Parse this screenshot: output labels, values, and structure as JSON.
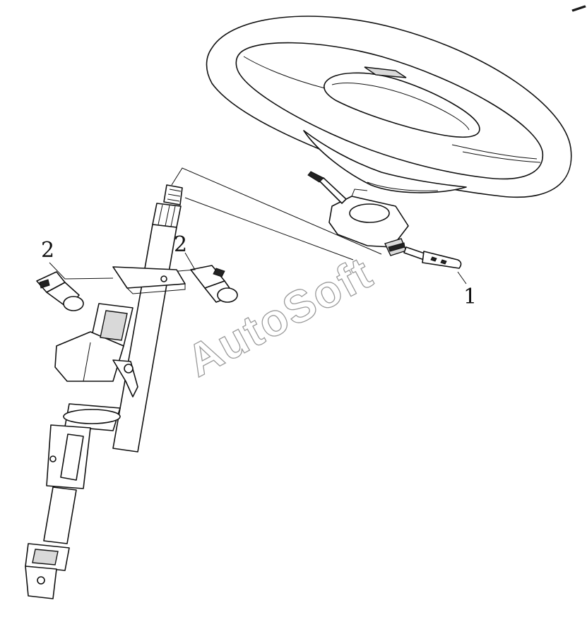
{
  "callouts": [
    {
      "id": "1",
      "label": "1"
    },
    {
      "id": "2a",
      "label": "2"
    },
    {
      "id": "2b",
      "label": "2"
    }
  ],
  "watermark": "AutoSoft",
  "colors": {
    "line": "#111111",
    "shade": "#d9d9d9",
    "watermark": "#9a9a9a",
    "background": "#ffffff"
  }
}
